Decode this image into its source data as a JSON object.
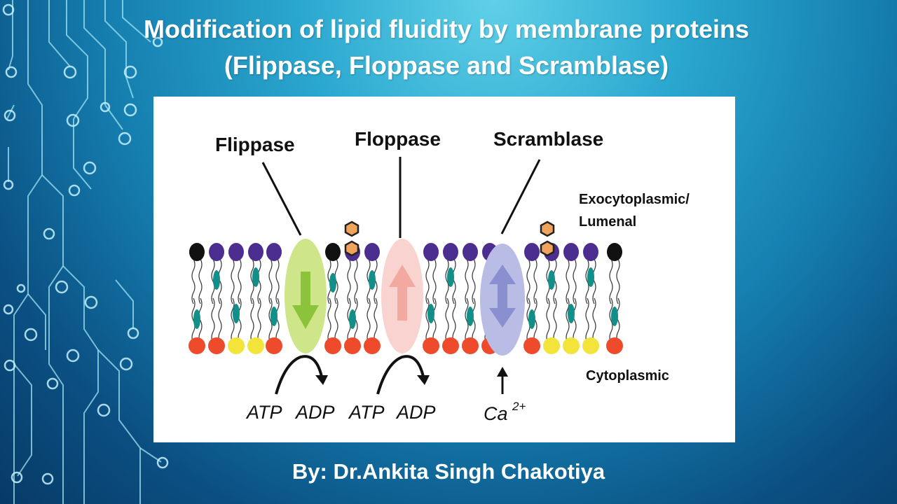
{
  "slide": {
    "title_line1": "Modification of lipid fluidity by membrane proteins",
    "title_line2": "(Flippase, Floppase and Scramblase)",
    "byline": "By: Dr.Ankita Singh Chakotiya"
  },
  "diagram": {
    "proteins": [
      {
        "name": "Flippase",
        "color": "#cfe58a",
        "arrow_color": "#8bc43a",
        "direction": "down",
        "trigger_left": "ATP",
        "trigger_right": "ADP"
      },
      {
        "name": "Floppase",
        "color": "#f9d3cf",
        "arrow_color": "#f2aaa0",
        "direction": "up",
        "trigger_left": "ATP",
        "trigger_right": "ADP"
      },
      {
        "name": "Scramblase",
        "color": "#b9bde6",
        "arrow_color": "#8a8fd0",
        "direction": "both",
        "trigger_ion": "Ca",
        "trigger_ion_charge": "2+"
      }
    ],
    "side_labels": {
      "exo_line1": "Exocytoplasmic/",
      "exo_line2": "Lumenal",
      "cyto": "Cytoplasmic"
    },
    "colors": {
      "head_purple": "#4b2e8f",
      "head_black": "#111111",
      "head_red": "#ee4a2c",
      "head_yellow": "#f2e43a",
      "teal": "#138f8a",
      "hexagon": "#f0a35c"
    }
  }
}
